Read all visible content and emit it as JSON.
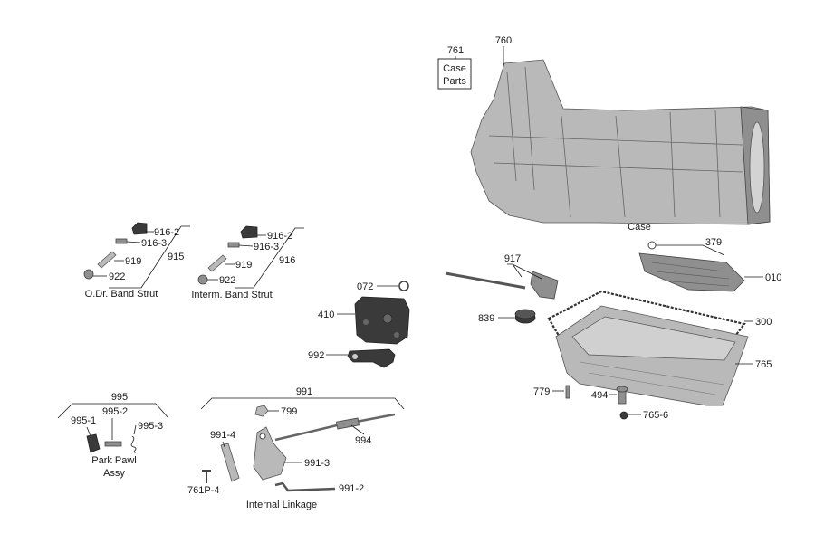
{
  "labels": {
    "l761": "761",
    "case_parts_1": "Case",
    "case_parts_2": "Parts",
    "l760": "760",
    "case_caption": "Case",
    "l379": "379",
    "l010": "010",
    "l917": "917",
    "l839": "839",
    "l300": "300",
    "l765": "765",
    "l779": "779",
    "l494": "494",
    "l765_6": "765-6",
    "l072": "072",
    "l410": "410",
    "l992": "992",
    "l916_2a": "916-2",
    "l916_3a": "916-3",
    "l919a": "919",
    "l915": "915",
    "l922a": "922",
    "odr_caption": "O.Dr. Band Strut",
    "l916_2b": "916-2",
    "l916_3b": "916-3",
    "l919b": "919",
    "l916": "916",
    "l922b": "922",
    "interm_caption": "Interm. Band Strut",
    "l995": "995",
    "l995_1": "995-1",
    "l995_2": "995-2",
    "l995_3": "995-3",
    "park_caption_1": "Park Pawl",
    "park_caption_2": "Assy",
    "l991": "991",
    "l799": "799",
    "l991_4": "991-4",
    "l994": "994",
    "l991_3": "991-3",
    "l761p_4": "761P-4",
    "l991_2": "991-2",
    "linkage_caption": "Internal Linkage"
  }
}
